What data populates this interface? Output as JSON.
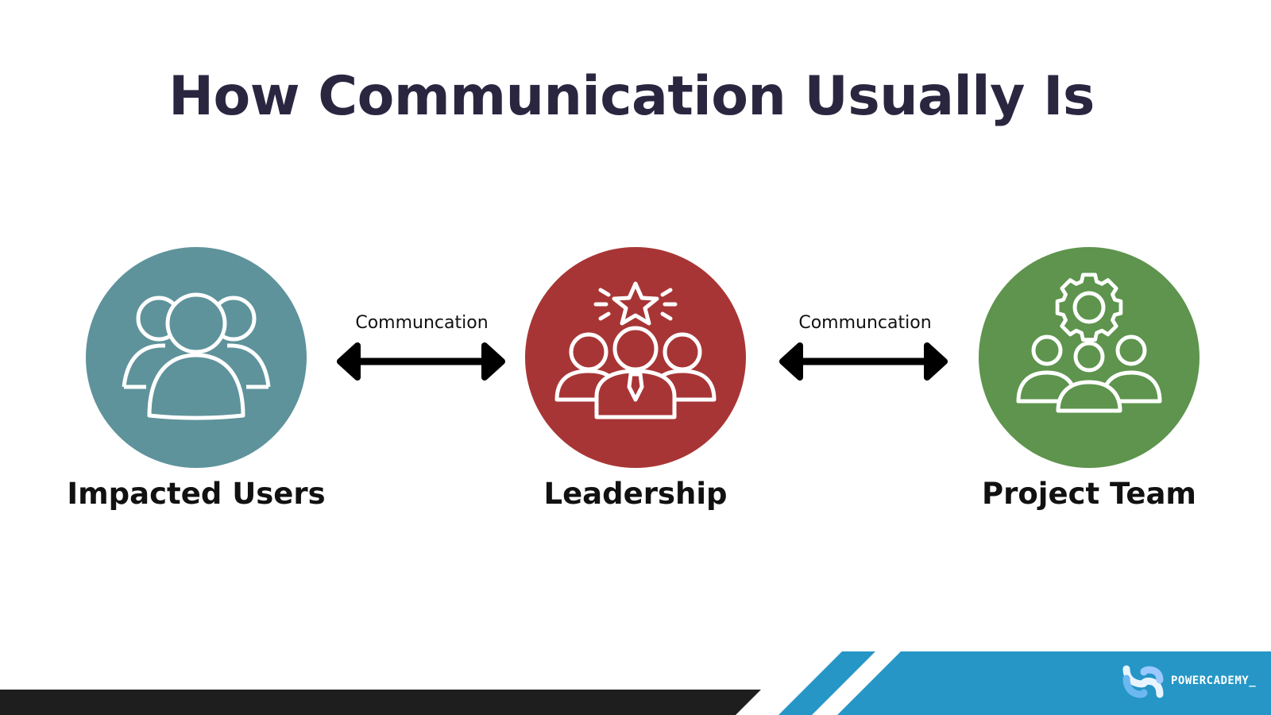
{
  "slide": {
    "title": "How Communication Usually Is"
  },
  "nodes": [
    {
      "label": "Impacted Users",
      "color": "#5e939b",
      "icon": "users-group-icon"
    },
    {
      "label": "Leadership",
      "color": "#a83535",
      "icon": "leader-star-icon"
    },
    {
      "label": "Project Team",
      "color": "#5e944d",
      "icon": "team-gear-icon"
    }
  ],
  "edges": [
    {
      "label": "Communcation",
      "direction": "bidirectional"
    },
    {
      "label": "Communcation",
      "direction": "bidirectional"
    }
  ],
  "footer": {
    "brand": "POWERCADEMY_",
    "bar_color": "#1e1e1e",
    "accent_color": "#2596c6"
  }
}
